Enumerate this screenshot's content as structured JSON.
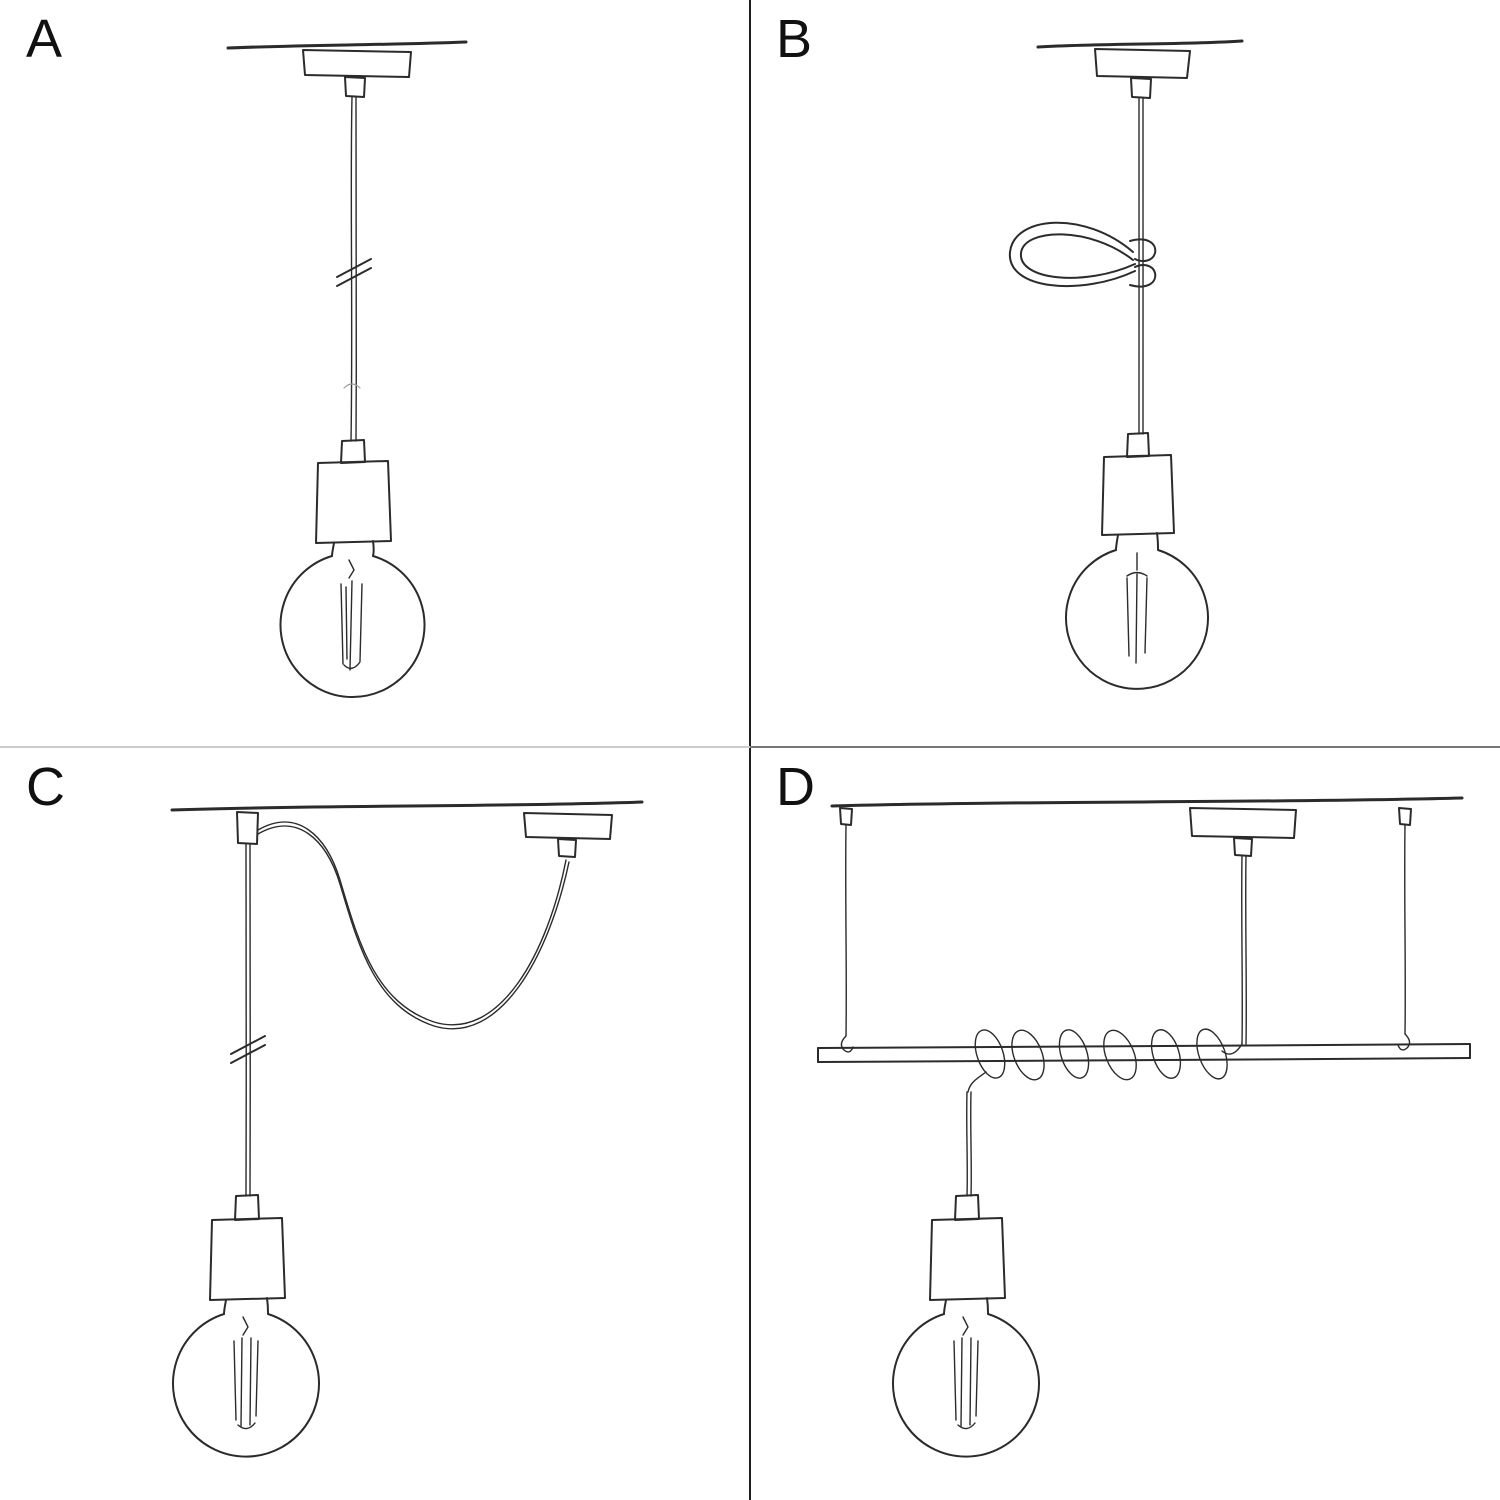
{
  "page": {
    "background_color": "#ffffff",
    "ink_color": "#2b2b2b",
    "vertical_divider_color": "#1e1e1e",
    "horizontal_divider_left_color": "#cccccc",
    "horizontal_divider_right_color": "#777777"
  },
  "panels": [
    {
      "label": "A",
      "sketch": "pendant-straight-cable"
    },
    {
      "label": "B",
      "sketch": "pendant-with-cable-clip"
    },
    {
      "label": "C",
      "sketch": "pendant-swag-two-ceiling-points"
    },
    {
      "label": "D",
      "sketch": "pendant-cable-wrapped-on-suspended-bar"
    }
  ]
}
